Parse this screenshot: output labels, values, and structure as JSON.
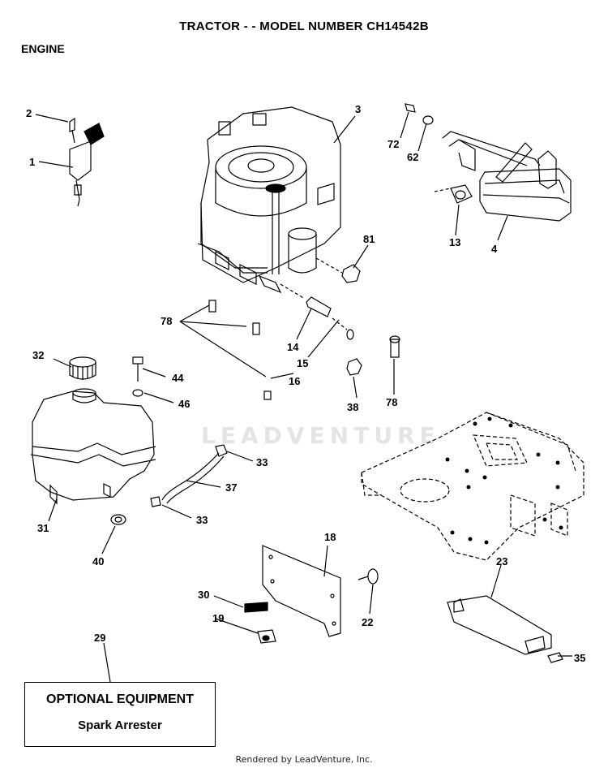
{
  "header": {
    "title": "TRACTOR - - MODEL NUMBER CH14542B",
    "section": "ENGINE"
  },
  "watermark": "LEADVENTURE",
  "callouts": {
    "c1": "1",
    "c2": "2",
    "c3": "3",
    "c4": "4",
    "c13": "13",
    "c14": "14",
    "c15": "15",
    "c16": "16",
    "c18": "18",
    "c19": "19",
    "c22": "22",
    "c23": "23",
    "c29": "29",
    "c30": "30",
    "c31": "31",
    "c32": "32",
    "c33a": "33",
    "c33b": "33",
    "c35": "35",
    "c37": "37",
    "c38": "38",
    "c40": "40",
    "c44": "44",
    "c46": "46",
    "c62": "62",
    "c72": "72",
    "c78a": "78",
    "c78b": "78",
    "c81": "81"
  },
  "optional_box": {
    "title": "OPTIONAL EQUIPMENT",
    "item": "Spark Arrester"
  },
  "footer": "Rendered by LeadVenture, Inc."
}
